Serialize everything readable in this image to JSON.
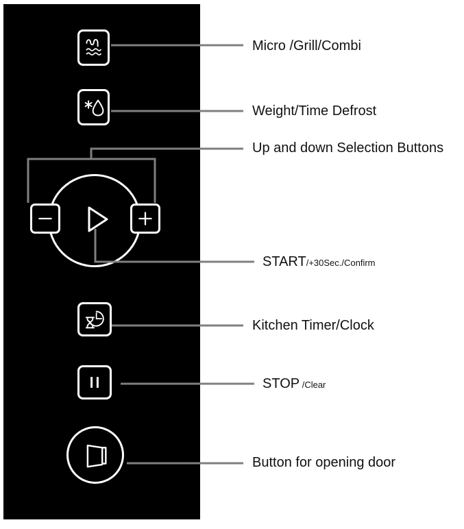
{
  "panel": {
    "background_color": "#000000",
    "buttons": [
      {
        "name": "micro-grill-combi",
        "icon": "microwave-grill-waves-icon"
      },
      {
        "name": "weight-time-defrost",
        "icon": "snowflake-droplet-icon"
      },
      {
        "name": "decrease",
        "icon": "minus-icon"
      },
      {
        "name": "start",
        "icon": "play-triangle-icon"
      },
      {
        "name": "increase",
        "icon": "plus-icon"
      },
      {
        "name": "kitchen-timer-clock",
        "icon": "hourglass-clock-icon"
      },
      {
        "name": "stop-clear",
        "icon": "pause-icon"
      },
      {
        "name": "open-door",
        "icon": "open-door-icon"
      }
    ]
  },
  "callouts": [
    {
      "id": "micro",
      "text": "Micro /Grill/Combi",
      "sub": ""
    },
    {
      "id": "defrost",
      "text": "Weight/Time Defrost",
      "sub": ""
    },
    {
      "id": "updown",
      "text": "Up and down Selection Buttons",
      "sub": ""
    },
    {
      "id": "start",
      "text": "START",
      "sub": "/+30Sec./Confirm"
    },
    {
      "id": "timer",
      "text": "Kitchen Timer/Clock",
      "sub": ""
    },
    {
      "id": "stop",
      "text": "STOP",
      "sub": " /Clear"
    },
    {
      "id": "door",
      "text": "Button for opening door",
      "sub": ""
    }
  ],
  "colors": {
    "panel": "#000000",
    "icon_stroke": "#ffffff",
    "leader_line": "#7f7f7f",
    "label_text": "#111111",
    "page_background": "#ffffff"
  }
}
